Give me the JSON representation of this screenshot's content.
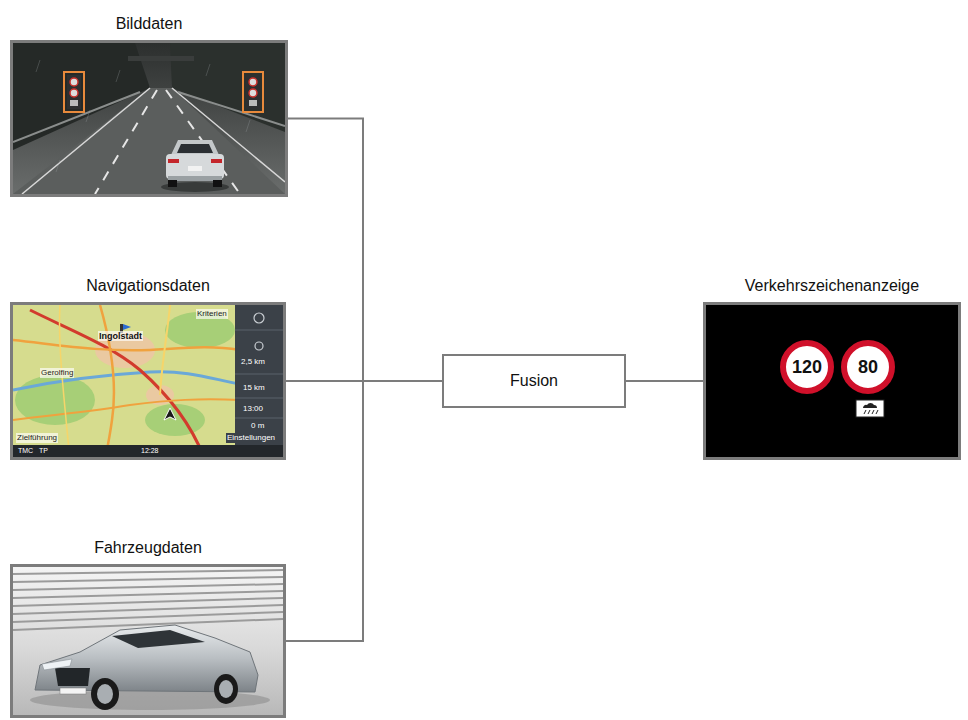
{
  "diagram": {
    "nodes": [
      {
        "text": [
          "Bilddaten"
        ]
      },
      {
        "text": [
          "Navigationsdaten"
        ]
      },
      {
        "text": [
          "Fahrzeugdaten"
        ]
      },
      {
        "text": [
          "Fusion"
        ]
      },
      {
        "text": [
          "Verkehrszeichenanzeige",
          "120",
          "80"
        ]
      }
    ],
    "edges": [
      {
        "from": 0,
        "to": 3,
        "arrow": "none"
      },
      {
        "from": 1,
        "to": 3,
        "arrow": "none"
      },
      {
        "from": 2,
        "to": 3,
        "arrow": "none"
      },
      {
        "from": 3,
        "to": 4,
        "arrow": "none"
      }
    ],
    "labels": [
      "Kriterien",
      "Ingolstadt",
      "Gerolfing",
      "2,5 km",
      "15 km",
      "13:00",
      "0 m",
      "Zielführung",
      "Einstellungen",
      "TMC",
      "TP",
      "12:28"
    ]
  }
}
